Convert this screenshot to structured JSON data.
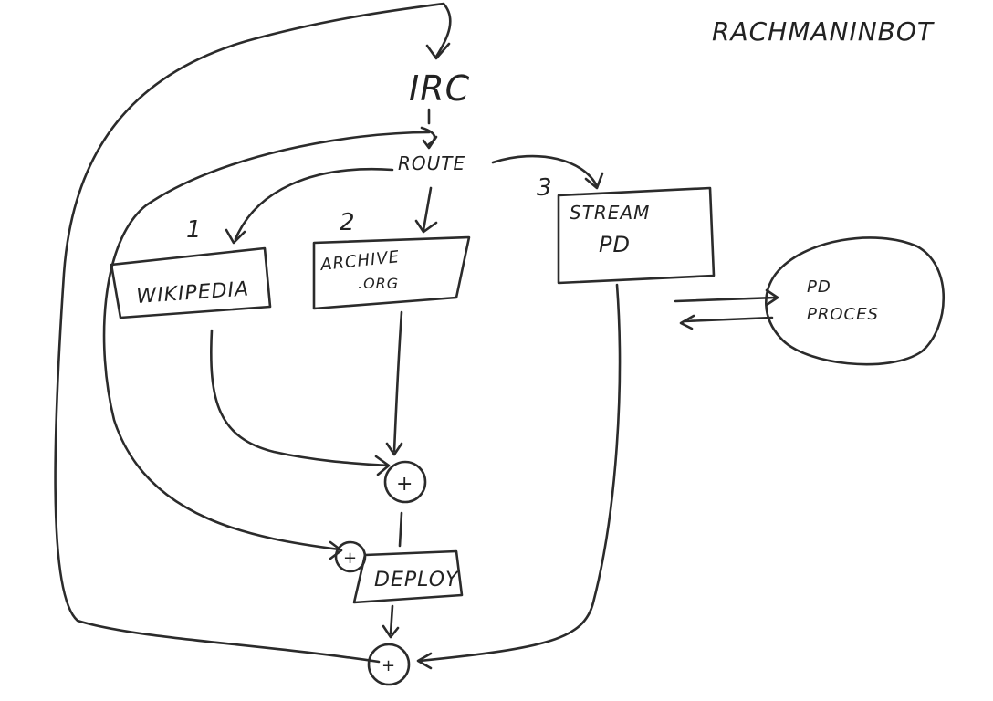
{
  "title": "RACHMANINBOT",
  "nodes": {
    "irc": "IRC",
    "route": "ROUTE",
    "wikipedia": "WIKIPEDIA",
    "archive": "ARCHIVE",
    "archive_suffix": ".ORG",
    "stream": "STREAM",
    "stream_sub": "PD",
    "pd_process_line1": "PD",
    "pd_process_line2": "PROCES",
    "deploy": "DEPLOY",
    "join_top": "+",
    "join_mid": "+",
    "join_bottom": "+"
  },
  "branch_numbers": {
    "one": "1",
    "two": "2",
    "three": "3"
  },
  "colors": {
    "ink": "#2b2b2b",
    "background": "#ffffff"
  }
}
